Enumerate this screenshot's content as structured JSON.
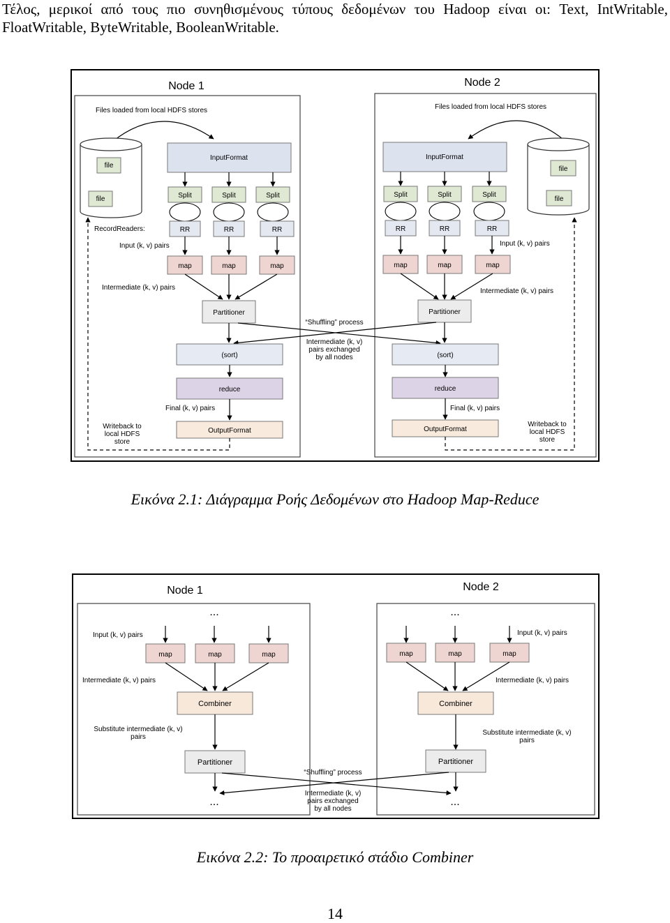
{
  "intro": "Τέλος, μερικοί από τους πιο συνηθισμένους τύπους δεδομένων του Hadoop είναι οι: Text, IntWritable, FloatWritable, ByteWritable, BooleanWritable.",
  "figure1": {
    "caption": "Εικόνα 2.1: Διάγραμμα Ροής Δεδομένων στο Hadoop Map-Reduce",
    "node1_title": "Node 1",
    "node2_title": "Node 2",
    "files_loaded": "Files loaded from local HDFS stores",
    "file_label": "file",
    "input_format": "InputFormat",
    "split": "Split",
    "record_readers": "RecordReaders:",
    "rr": "RR",
    "input_pairs": "Input (k, v) pairs",
    "map": "map",
    "intermediate_pairs": "Intermediate (k, v) pairs",
    "partitioner": "Partitioner",
    "shuffling": "“Shuffling” process",
    "exchanged_line1": "Intermediate (k, v)",
    "exchanged_line2": "pairs exchanged",
    "exchanged_line3": "by all nodes",
    "sort": "(sort)",
    "reduce": "reduce",
    "final_pairs": "Final (k, v) pairs",
    "output_format": "OutputFormat",
    "writeback_line1": "Writeback to",
    "writeback_line2": "local HDFS",
    "writeback_line3": "store"
  },
  "figure2": {
    "caption": "Εικόνα 2.2: Το προαιρετικό στάδιο Combiner",
    "node1_title": "Node 1",
    "node2_title": "Node 2",
    "ellipsis": "...",
    "input_pairs": "Input (k, v) pairs",
    "map": "map",
    "intermediate_pairs": "Intermediate (k, v) pairs",
    "combiner": "Combiner",
    "substitute_line1": "Substitute intermediate (k, v)",
    "substitute_line2": "pairs",
    "partitioner": "Partitioner",
    "shuffling": "“Shuffling” process",
    "exchanged_line1": "Intermediate (k, v)",
    "exchanged_line2": "pairs exchanged",
    "exchanged_line3": "by all nodes"
  },
  "page_number": "14",
  "colors": {
    "input_box": "#dde2ef",
    "split_box": "#dfe8d3",
    "rr_box": "#e4e8f1",
    "map_box": "#efd5d1",
    "partitioner_box": "#ececec",
    "sort_box": "#e6ebf3",
    "reduce_box": "#ddd3e6",
    "output_box": "#f8ebdd",
    "combiner_box": "#f7e8da"
  }
}
